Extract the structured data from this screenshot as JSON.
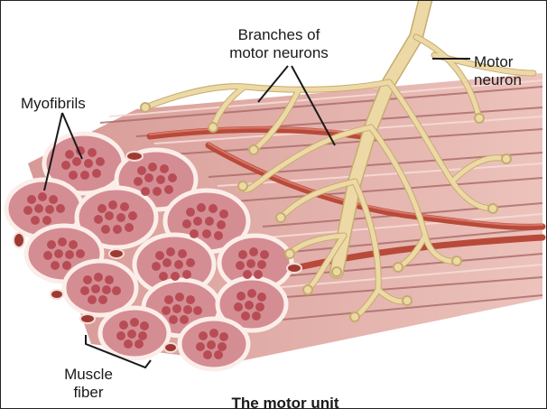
{
  "labels": {
    "branches_line1": "Branches of",
    "branches_line2": "motor neurons",
    "motor_neuron_line1": "Motor",
    "motor_neuron_line2": "neuron",
    "myofibrils": "Myofibrils",
    "muscle_fiber_line1": "Muscle",
    "muscle_fiber_line2": "fiber"
  },
  "caption": "The motor unit",
  "colors": {
    "fiber_body": "#cf8f8c",
    "fiber_shade": "#a86a68",
    "fiber_highlight": "#f3d4cf",
    "fiber_sheath": "#fbeee9",
    "myofibril_dot": "#b84c55",
    "neuron": "#ecd9a6",
    "neuron_edge": "#c6ac6e",
    "blood_vessel": "#b84a3a"
  }
}
